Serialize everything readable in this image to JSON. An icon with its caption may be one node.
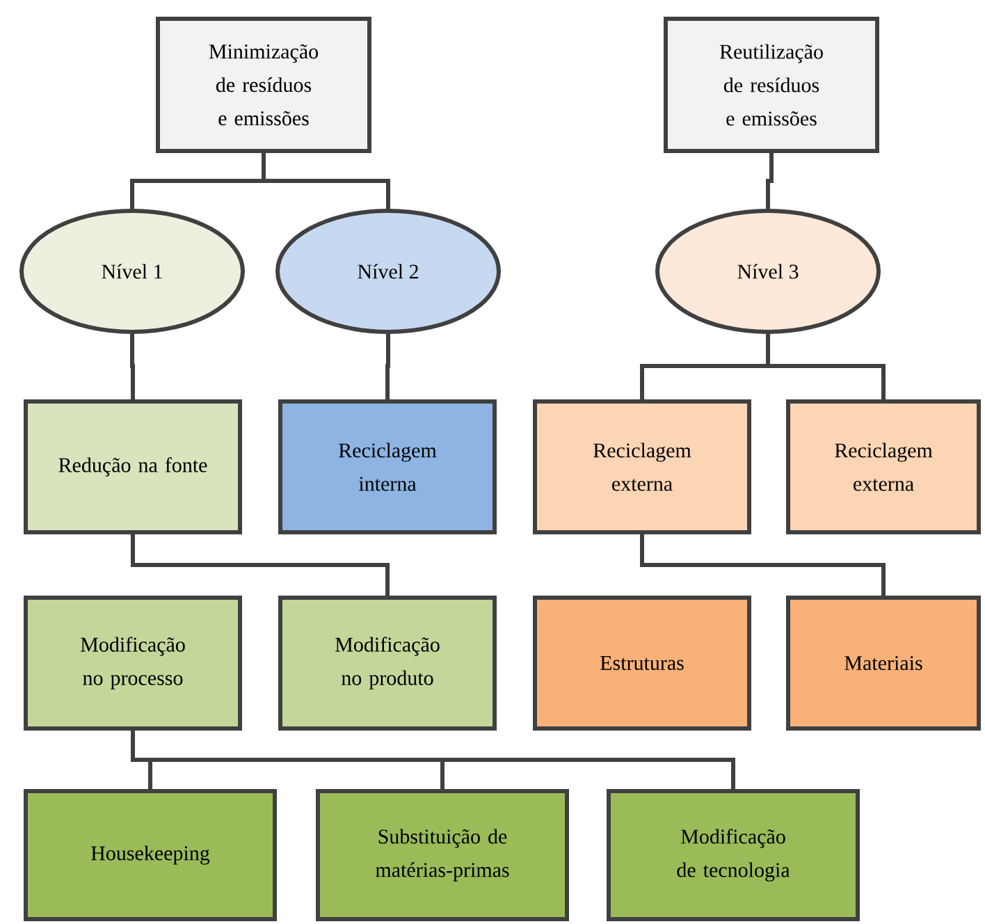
{
  "diagram": {
    "nodes": [
      {
        "text": [
          "Minimização de resíduos e emissões"
        ]
      },
      {
        "text": [
          "Reutilização de resíduos e emissões"
        ]
      },
      {
        "text": [
          "Nível 1"
        ]
      },
      {
        "text": [
          "Nível 2"
        ]
      },
      {
        "text": [
          "Nível 3"
        ]
      },
      {
        "text": [
          "Redução na fonte"
        ]
      },
      {
        "text": [
          "Reciclagem interna"
        ]
      },
      {
        "text": [
          "Reciclagem externa"
        ]
      },
      {
        "text": [
          "Reciclagem externa"
        ]
      },
      {
        "text": [
          "Modificação no processo"
        ]
      },
      {
        "text": [
          "Modificação no produto"
        ]
      },
      {
        "text": [
          "Estruturas"
        ]
      },
      {
        "text": [
          "Materiais"
        ]
      },
      {
        "text": [
          "Housekeeping"
        ]
      },
      {
        "text": [
          "Substituição de matérias-primas"
        ]
      },
      {
        "text": [
          "Modificação de tecnologia"
        ]
      }
    ],
    "edges": [
      {
        "from": 0,
        "to": 2,
        "arrow": "none"
      },
      {
        "from": 0,
        "to": 3,
        "arrow": "none"
      },
      {
        "from": 1,
        "to": 4,
        "arrow": "none"
      },
      {
        "from": 2,
        "to": 5,
        "arrow": "none"
      },
      {
        "from": 3,
        "to": 6,
        "arrow": "none"
      },
      {
        "from": 4,
        "to": 7,
        "arrow": "none"
      },
      {
        "from": 4,
        "to": 8,
        "arrow": "none"
      },
      {
        "from": 5,
        "to": 10,
        "arrow": "none"
      },
      {
        "from": 7,
        "to": 12,
        "arrow": "none"
      },
      {
        "from": 9,
        "to": 13,
        "arrow": "none"
      },
      {
        "from": 9,
        "to": 14,
        "arrow": "none"
      },
      {
        "from": 9,
        "to": 15,
        "arrow": "none"
      }
    ]
  }
}
